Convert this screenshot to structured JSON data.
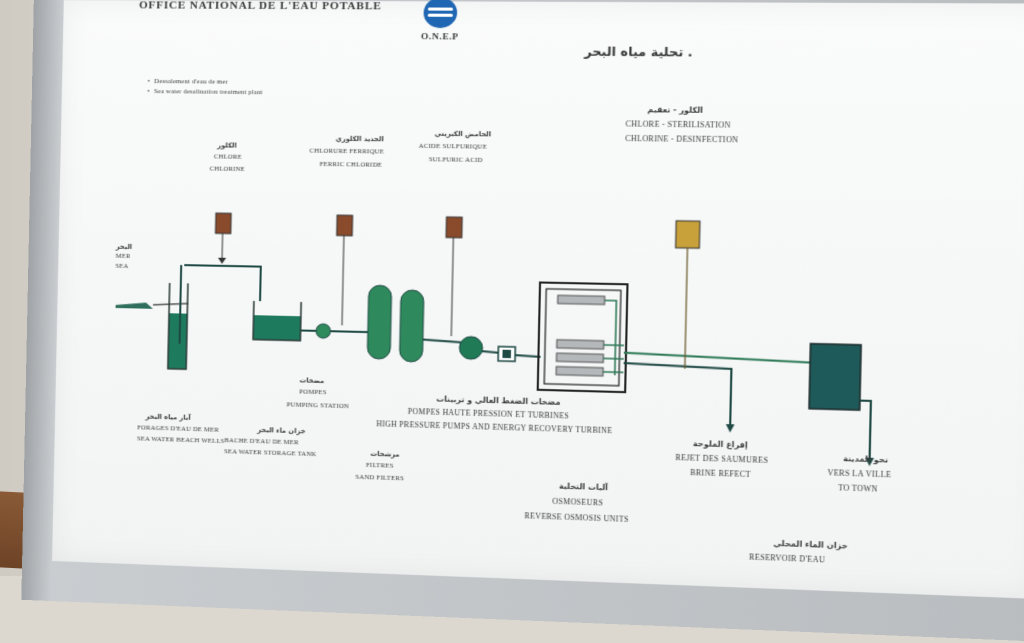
{
  "header": {
    "org_name": "OFFICE NATIONAL DE L'EAU POTABLE",
    "logo_text": "O.N.E.P",
    "arabic_title": "تحلية مياه البحر ."
  },
  "legend": {
    "line1": "Dessalement d'eau de mer",
    "line2": "Sea water desalination treatment plant"
  },
  "dosing": {
    "chlore": {
      "ar": "الكلور",
      "fr": "CHLORE",
      "en": "CHLORINE"
    },
    "ferric": {
      "ar": "الحديد الكلوري",
      "fr": "CHLORURE FERRIQUE",
      "en": "FERRIC CHLORIDE"
    },
    "acid": {
      "ar": "الحامض الكبريتي",
      "fr": "ACIDE SULFURIQUE",
      "en": "SULFURIC ACID"
    },
    "sterilisation": {
      "ar": "الكلور - تعقيم",
      "fr": "CHLORE  -  STERILISATION",
      "en": "CHLORINE  -  DESINFECTION"
    }
  },
  "sea": {
    "ar": "البحر",
    "fr": "MER",
    "en": "SEA"
  },
  "labels": {
    "wells": {
      "ar": "آبار مياه البحر",
      "fr": "FORAGES D'EAU DE MER",
      "en": "SEA WATER BEACH WELLS"
    },
    "tank": {
      "ar": "خزان ماء البحر",
      "fr": "BACHE D'EAU DE MER",
      "en": "SEA WATER STORAGE TANK"
    },
    "pumps": {
      "ar": "مضخات",
      "fr": "POMPES",
      "en": "PUMPING STATION"
    },
    "filters": {
      "ar": "مرشحات",
      "fr": "FILTRES",
      "en": "SAND FILTERS"
    },
    "hp_pumps": {
      "ar": "مضخات الضغط العالي و تربينات",
      "fr": "POMPES HAUTE PRESSION ET TURBINES",
      "en": "HIGH PRESSURE PUMPS AND ENERGY RECOVERY TURBINE"
    },
    "osmosis": {
      "ar": "آليات التحلية",
      "fr": "OSMOSEURS",
      "en": "REVERSE OSMOSIS UNITS"
    },
    "brine": {
      "ar": "إفراغ الملوحة",
      "fr": "REJET DES SAUMURES",
      "en": "BRINE REFECT"
    },
    "town": {
      "ar": "نحو المدينة",
      "fr": "VERS LA VILLE",
      "en": "TO TOWN"
    },
    "reservoir": {
      "ar": "خزان الماء المحلي",
      "fr": "RESERVOIR D'EAU"
    }
  },
  "colors": {
    "pipe_dark": "#1f4a44",
    "pipe_green": "#2f7a58",
    "tank_fill": "#1e7a5c",
    "filter_fill": "#2e8a5c",
    "dosing_brown": "#8a4b2c",
    "dosing_yellow": "#c9a13a",
    "reservoir_fill": "#1f5a5a"
  }
}
